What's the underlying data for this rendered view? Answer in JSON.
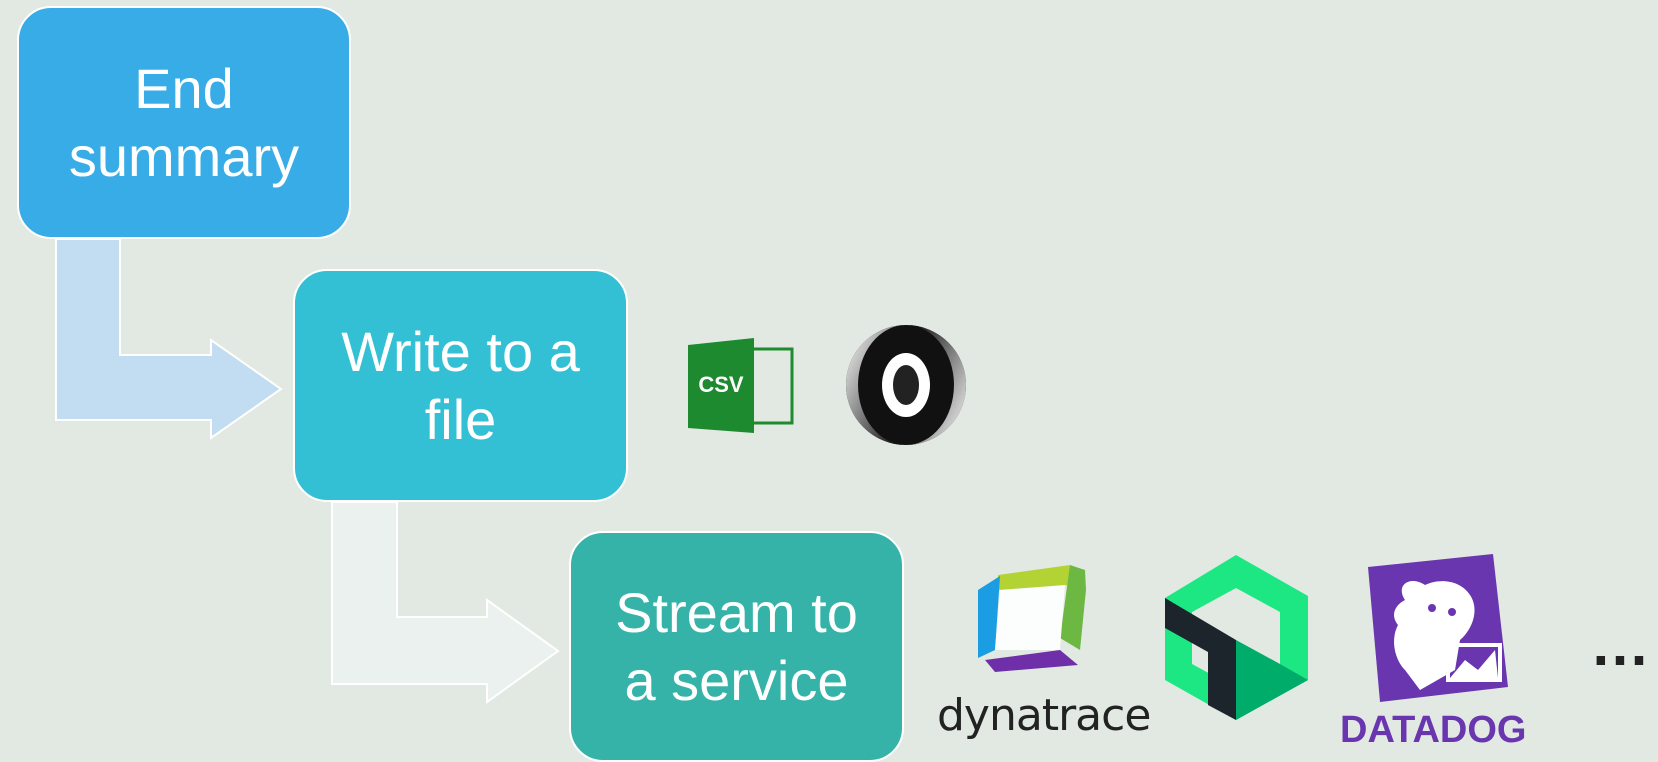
{
  "steps": [
    {
      "line1": "End",
      "line2": "summary",
      "color": "#38ace6"
    },
    {
      "line1": "Write to a",
      "line2": "file",
      "color": "#33c0d5"
    },
    {
      "line1": "Stream to",
      "line2": "a service",
      "color": "#35b3a9"
    }
  ],
  "file_formats": [
    {
      "icon": "csv-file-icon",
      "label": "CSV"
    },
    {
      "icon": "json-logo-icon"
    }
  ],
  "services": [
    {
      "icon": "dynatrace-logo-icon",
      "label": "dynatrace"
    },
    {
      "icon": "new-relic-logo-icon"
    },
    {
      "icon": "datadog-logo-icon",
      "label": "DATADOG"
    }
  ],
  "more": "…"
}
